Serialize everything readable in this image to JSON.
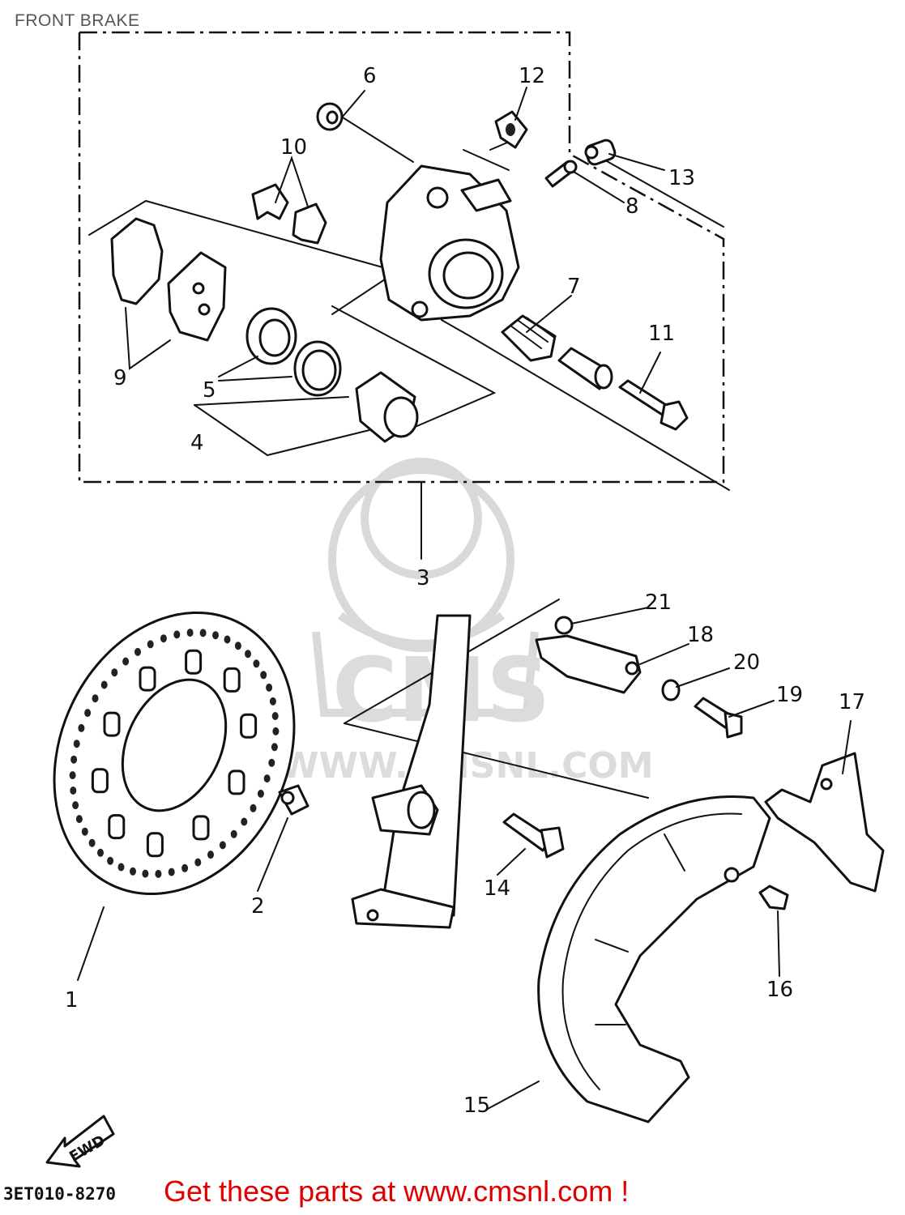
{
  "title": "FRONT BRAKE",
  "watermark": {
    "brand": "CMS",
    "url": "WWW.CMSNL.COM"
  },
  "diagram_code": "3ET010-8270",
  "fwd_label": "FWD",
  "footer": "Get these parts at www.cmsnl.com !",
  "callouts": {
    "p1": "1",
    "p2": "2",
    "p3": "3",
    "p4": "4",
    "p5": "5",
    "p6": "6",
    "p7": "7",
    "p8": "8",
    "p9": "9",
    "p10": "10",
    "p11": "11",
    "p12": "12",
    "p13": "13",
    "p14": "14",
    "p15": "15",
    "p16": "16",
    "p17": "17",
    "p18": "18",
    "p19": "19",
    "p20": "20",
    "p21": "21"
  },
  "colors": {
    "ink": "#111111",
    "footer": "#e00000",
    "watermark": "#d9d9d9",
    "title": "#555555"
  }
}
